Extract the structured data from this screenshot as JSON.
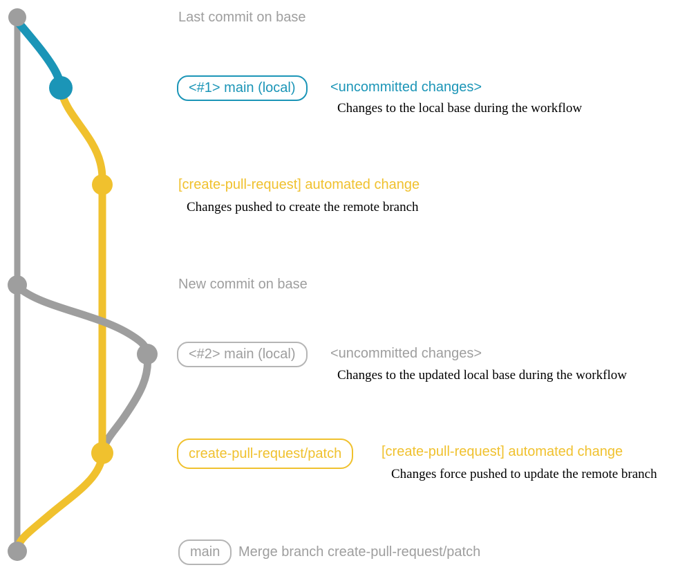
{
  "diagram": {
    "colors": {
      "base_gray": "#9e9e9e",
      "local_blue": "#1b95b7",
      "branch_yellow": "#f0c12e",
      "caption_black": "#000000"
    },
    "events": {
      "last_commit": {
        "label": "Last commit on base"
      },
      "commit1": {
        "branch_tag": "<#1> main (local)",
        "title": "<uncommitted changes>",
        "caption": "Changes to the local base during the workflow"
      },
      "commit2": {
        "title": "[create-pull-request] automated change",
        "caption": "Changes pushed to create the remote branch"
      },
      "new_commit": {
        "label": "New commit on base"
      },
      "commit3": {
        "branch_tag": "<#2> main (local)",
        "title": "<uncommitted changes>",
        "caption": "Changes to the updated local base during the workflow"
      },
      "commit4": {
        "branch_tag": "create-pull-request/patch",
        "title": "[create-pull-request] automated change",
        "caption": "Changes force pushed to update the remote branch"
      },
      "merge": {
        "branch_tag": "main",
        "title": "Merge branch create-pull-request/patch"
      }
    }
  }
}
